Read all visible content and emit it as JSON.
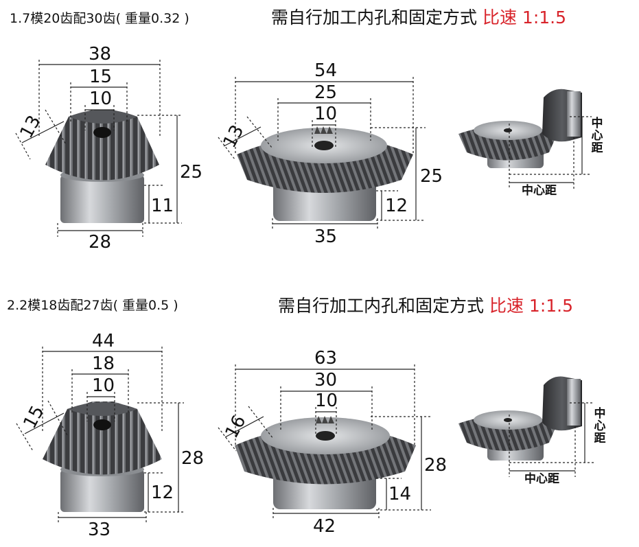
{
  "colors": {
    "ratio": "#d8232a",
    "text": "#111111",
    "steel": "#9a9da2",
    "dark_teeth": "#3a3b3d"
  },
  "sections": [
    {
      "spec": "1.7模20齿配30齿( 重量0.32 )",
      "note": "需自行加工内孔和固定方式",
      "ratio": "比速  1:1.5",
      "small_gear": {
        "outer": "38",
        "mid": "15",
        "bore": "10",
        "face": "13",
        "height": "25",
        "hub_h": "11",
        "hub_d": "28"
      },
      "large_gear": {
        "outer": "54",
        "mid": "25",
        "bore": "10",
        "face": "13",
        "height": "25",
        "hub_h": "12",
        "hub_d": "35"
      },
      "assembly": {
        "center_v": "中心距",
        "center_h": "中心距"
      }
    },
    {
      "spec": "2.2模18齿配27齿( 重量0.5 )",
      "note": "需自行加工内孔和固定方式",
      "ratio": "比速  1:1.5",
      "small_gear": {
        "outer": "44",
        "mid": "18",
        "bore": "10",
        "face": "15",
        "height": "28",
        "hub_h": "12",
        "hub_d": "33"
      },
      "large_gear": {
        "outer": "63",
        "mid": "30",
        "bore": "10",
        "face": "16",
        "height": "28",
        "hub_h": "14",
        "hub_d": "42"
      },
      "assembly": {
        "center_v": "中心距",
        "center_h": "中心距"
      }
    }
  ]
}
